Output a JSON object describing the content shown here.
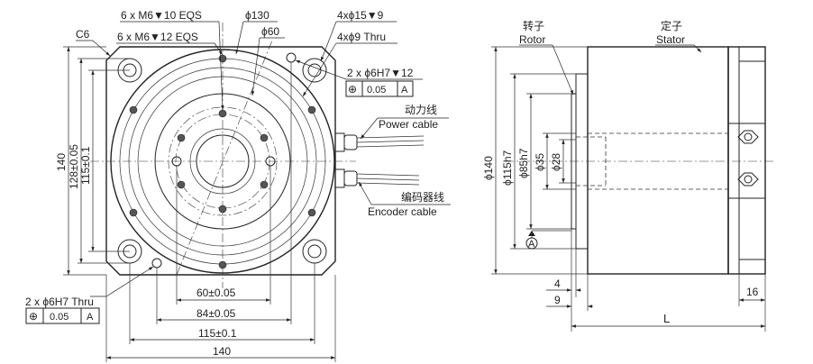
{
  "front_view": {
    "labels": {
      "thread_10": "6 x M6▼10 EQS",
      "thread_12": "6 x M6▼12 EQS",
      "chamfer": "C6",
      "dia130": "ϕ130",
      "dia60": "ϕ60",
      "cbore": "4xϕ15▼9",
      "thru": "4xϕ9 Thru",
      "pin_top": "2 x ϕ6H7▼12",
      "pin_bottom": "2 x ϕ6H7 Thru",
      "power_cn": "动力线",
      "power_en": "Power cable",
      "encoder_cn": "编码器线",
      "encoder_en": "Encoder cable"
    },
    "tolerance_top": {
      "symbol": "⊕",
      "value": "0.05",
      "datum": "A"
    },
    "tolerance_bottom": {
      "symbol": "⊕",
      "value": "0.05",
      "datum": "A"
    },
    "dims": {
      "d60": "60±0.05",
      "d84": "84±0.05",
      "d115": "115±0.1",
      "d140": "140",
      "v140": "140",
      "v128": "128±0.05",
      "v115": "115±0.1"
    }
  },
  "side_view": {
    "labels": {
      "rotor_cn": "转子",
      "rotor_en": "Rotor",
      "stator_cn": "定子",
      "stator_en": "Stator",
      "datum": "A"
    },
    "dims": {
      "d140": "ϕ140",
      "d115": "ϕ115h7",
      "d85": "ϕ85h7",
      "d35": "ϕ35",
      "d28": "ϕ28",
      "w4": "4",
      "w9": "9",
      "w16": "16",
      "L": "L"
    }
  }
}
